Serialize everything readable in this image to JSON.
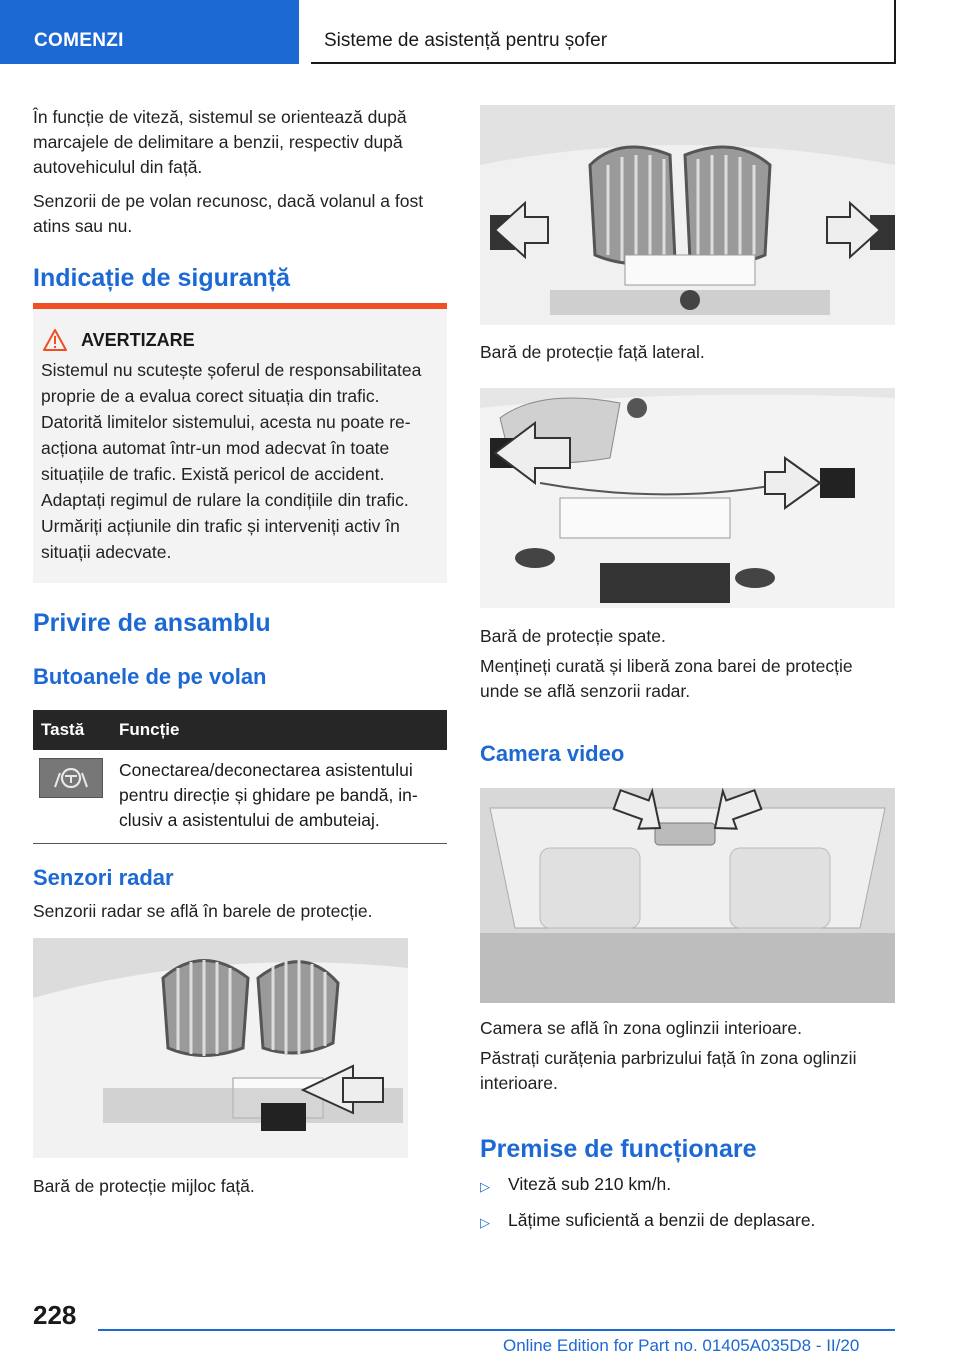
{
  "header": {
    "section": "COMENZI",
    "chapter": "Sisteme de asistență pentru șofer"
  },
  "left": {
    "intro1": "În funcție de viteză, sistemul se orientează după marcajele de delimitare a benzii, respectiv după autovehiculul din față.",
    "intro2": "Senzorii de pe volan recunosc, dacă volanul a fost atins sau nu.",
    "safety_heading": "Indicație de siguranță",
    "warning": {
      "title": "AVERTIZARE",
      "text": "Sistemul nu scutește șoferul de responsabilita­tea proprie de a evalua corect situația din trafic. Datorită limitelor sistemului, acesta nu poate re­acționa automat într-un mod adecvat în toate situațiile de trafic. Există pericol de accident. Adaptați regimul de rulare la condițiile din trafic. Urmăriți acțiunile din trafic și interveniți activ în situații adecvate.",
      "accent_color": "#f04e23"
    },
    "overview_heading": "Privire de ansamblu",
    "buttons_heading": "Butoanele de pe volan",
    "table": {
      "col_key": "Tastă",
      "col_function": "Funcție",
      "rows": [
        {
          "icon": "steering-assist-icon",
          "function": "Conectarea/deconectarea asistentului pentru direcție și ghidare pe bandă, in­clusiv a asistentului de ambuteiaj."
        }
      ]
    },
    "radar_heading": "Senzori radar",
    "radar_text": "Senzorii radar se află în barele de protecție.",
    "caption_front_middle": "Bară de protecție mijloc față."
  },
  "right": {
    "caption_front_side": "Bară de protecție față lateral.",
    "caption_rear": "Bară de protecție spate.",
    "rear_text": "Mențineți curată și liberă zona barei de protecție unde se află senzorii radar.",
    "camera_heading": "Camera video",
    "camera_caption": "Camera se află în zona oglinzii interioare.",
    "camera_text": "Păstrați curățenia parbrizului față în zona oglinzii interioare.",
    "premise_heading": "Premise de funcționare",
    "bullets": [
      "Viteză sub 210 km/h.",
      "Lățime suficientă a benzii de deplasare."
    ]
  },
  "footer": {
    "page_number": "228",
    "edition": "Online Edition for Part no. 01405A035D8 - II/20"
  },
  "colors": {
    "brand_blue": "#1c69d4",
    "warning": "#f04e23"
  }
}
